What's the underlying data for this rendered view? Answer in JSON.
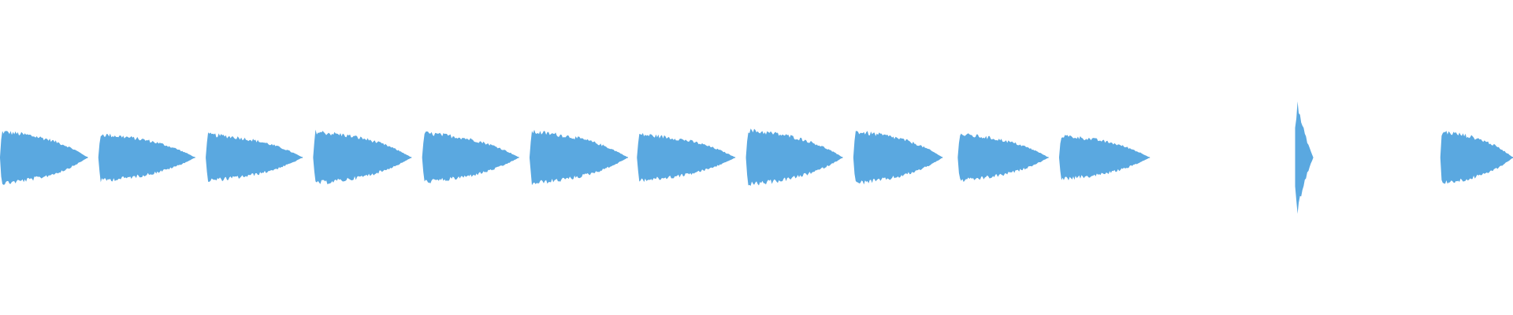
{
  "waveform": {
    "color": "#5aa8e0",
    "background": "#ffffff",
    "amplitude_scale": 1.0,
    "clips": [
      {
        "name": "clip-1",
        "start": 0.0,
        "end": 0.058,
        "peak": 0.19,
        "shape": "decay"
      },
      {
        "name": "clip-2",
        "start": 0.065,
        "end": 0.129,
        "peak": 0.17,
        "shape": "decay"
      },
      {
        "name": "clip-3",
        "start": 0.136,
        "end": 0.2,
        "peak": 0.17,
        "shape": "decay"
      },
      {
        "name": "clip-4",
        "start": 0.207,
        "end": 0.272,
        "peak": 0.19,
        "shape": "decay"
      },
      {
        "name": "clip-5",
        "start": 0.279,
        "end": 0.343,
        "peak": 0.18,
        "shape": "decay"
      },
      {
        "name": "clip-6",
        "start": 0.35,
        "end": 0.415,
        "peak": 0.19,
        "shape": "decay"
      },
      {
        "name": "clip-7",
        "start": 0.421,
        "end": 0.486,
        "peak": 0.17,
        "shape": "decay"
      },
      {
        "name": "clip-8",
        "start": 0.493,
        "end": 0.557,
        "peak": 0.2,
        "shape": "decay"
      },
      {
        "name": "clip-9",
        "start": 0.564,
        "end": 0.623,
        "peak": 0.19,
        "shape": "decay"
      },
      {
        "name": "clip-10",
        "start": 0.633,
        "end": 0.693,
        "peak": 0.17,
        "shape": "decay"
      },
      {
        "name": "clip-11",
        "start": 0.7,
        "end": 0.76,
        "peak": 0.16,
        "shape": "decay"
      },
      {
        "name": "clip-12",
        "start": 0.856,
        "end": 0.868,
        "peak": 0.38,
        "shape": "burst"
      },
      {
        "name": "clip-13",
        "start": 0.952,
        "end": 1.0,
        "peak": 0.19,
        "shape": "decay"
      }
    ]
  }
}
